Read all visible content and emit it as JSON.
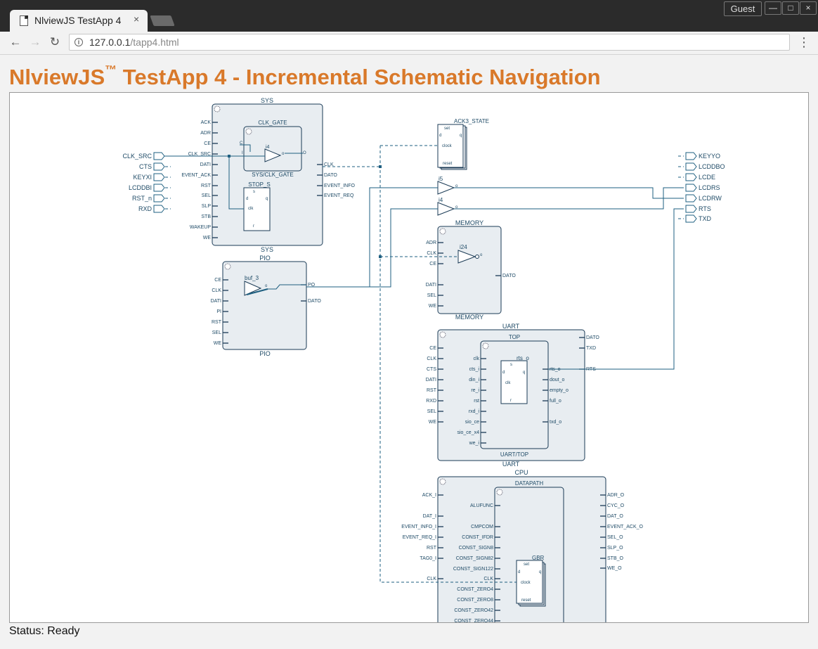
{
  "browser": {
    "tab_title": "NlviewJS TestApp 4",
    "tab_close": "×",
    "profile": "Guest",
    "win_minimize": "—",
    "win_maximize": "□",
    "win_close": "×",
    "url_host": "127.0.0.1",
    "url_path": "/tapp4.html",
    "icons": {
      "back": "arrow-left",
      "forward": "arrow-right",
      "reload": "reload",
      "info": "info",
      "menu": "kebab-menu"
    }
  },
  "page": {
    "title": "NlviewJS",
    "title_tm": "™",
    "title_rest": " TestApp 4 - Incremental Schematic Navigation",
    "status": "Status: Ready"
  },
  "colors": {
    "title": "#d9792a",
    "wire": "#1e5f80",
    "module_fill": "#e8edf1",
    "module_stroke": "#1a3a55"
  },
  "schematic": {
    "inputs": [
      "CLK_SRC",
      "CTS",
      "KEYXI",
      "LCDDBI",
      "RST_n",
      "RXD"
    ],
    "outputs": [
      "KEYYO",
      "LCDDBO",
      "LCDE",
      "LCDRS",
      "LCDRW",
      "RTS",
      "TXD"
    ],
    "sys": {
      "name_top": "SYS",
      "name_bottom": "SYS",
      "left_pins": [
        "ACK",
        "ADR",
        "CE",
        "CLK_SRC",
        "DATI",
        "EVENT_ACK",
        "RST",
        "SEL",
        "SLP",
        "STB",
        "WAKEUP",
        "WE"
      ],
      "right_pins": [
        "CLK",
        "DATO",
        "EVENT_INFO",
        "EVENT_REQ"
      ],
      "clk_gate": {
        "title": "CLK_GATE",
        "path": "SYS/CLK_GATE",
        "pin_c": "C",
        "pin_i": "I",
        "pin_o": "O",
        "inst": "i4",
        "port_o": "o"
      },
      "stop": {
        "title": "STOP_S",
        "s": "s",
        "d": "d",
        "q": "q",
        "clk": "clk",
        "r": "r"
      }
    },
    "pio": {
      "name_top": "PIO",
      "name_bottom": "PIO",
      "left_pins": [
        "CE",
        "CLK",
        "DATI",
        "PI",
        "RST",
        "SEL",
        "WE"
      ],
      "right_pins": [
        "PO",
        "DATO"
      ],
      "buf": "buf_3",
      "buf_o": "o"
    },
    "ack3": {
      "title": "ACK3_STATE",
      "set": "set",
      "d": "d",
      "q": "q",
      "clock": "clock",
      "reset": "reset"
    },
    "i5": {
      "name": "i5",
      "o": "o"
    },
    "i4b": {
      "name": "i4",
      "o": "o"
    },
    "memory": {
      "name_top": "MEMORY",
      "name_bottom": "MEMORY",
      "left_pins": [
        "ADR",
        "CLK",
        "CE",
        "DATI",
        "SEL",
        "WE"
      ],
      "right_pins": [
        "DATO"
      ],
      "inv": "i24",
      "inv_o": "o"
    },
    "uart": {
      "name_top": "UART",
      "name_bottom": "UART",
      "left_pins": [
        "CE",
        "CLK",
        "CTS",
        "DATI",
        "RST",
        "RXD",
        "SEL",
        "WE"
      ],
      "right_pins": [
        "DATO",
        "TXD",
        "RTS"
      ],
      "top": {
        "title": "TOP",
        "path": "UART/TOP",
        "left_pins": [
          "clk",
          "cts_i",
          "din_i",
          "re_i",
          "rst",
          "rxd_i",
          "sio_ce",
          "sio_ce_x4",
          "we_i"
        ],
        "right_pins": [
          "rts_o",
          "dout_o",
          "empty_o",
          "full_o",
          "txd_o"
        ],
        "ff": {
          "title": "rts_o",
          "s": "s",
          "d": "d",
          "q": "q",
          "clk": "clk",
          "r": "r"
        }
      }
    },
    "cpu": {
      "name_top": "CPU",
      "left_pins": [
        "ACK_I",
        "DAT_I",
        "EVENT_INFO_I",
        "EVENT_REQ_I",
        "RST",
        "TAG0_I",
        "CLK"
      ],
      "right_pins": [
        "ADR_O",
        "CYC_O",
        "DAT_O",
        "EVENT_ACK_O",
        "SEL_O",
        "SLP_O",
        "STB_O",
        "WE_O"
      ],
      "datapath": {
        "title": "DATAPATH",
        "left_pins": [
          "ALUFUNC",
          "CMPCOM",
          "CONST_IFDR",
          "CONST_SIGN8",
          "CONST_SIGN82",
          "CONST_SIGN122",
          "CLK",
          "CONST_ZERO4",
          "CONST_ZERO8",
          "CONST_ZERO42",
          "CONST_ZERO44"
        ],
        "gbr": {
          "title": "GBR",
          "set": "set",
          "d": "d",
          "q": "q",
          "clock": "clock",
          "reset": "reset"
        }
      }
    }
  }
}
